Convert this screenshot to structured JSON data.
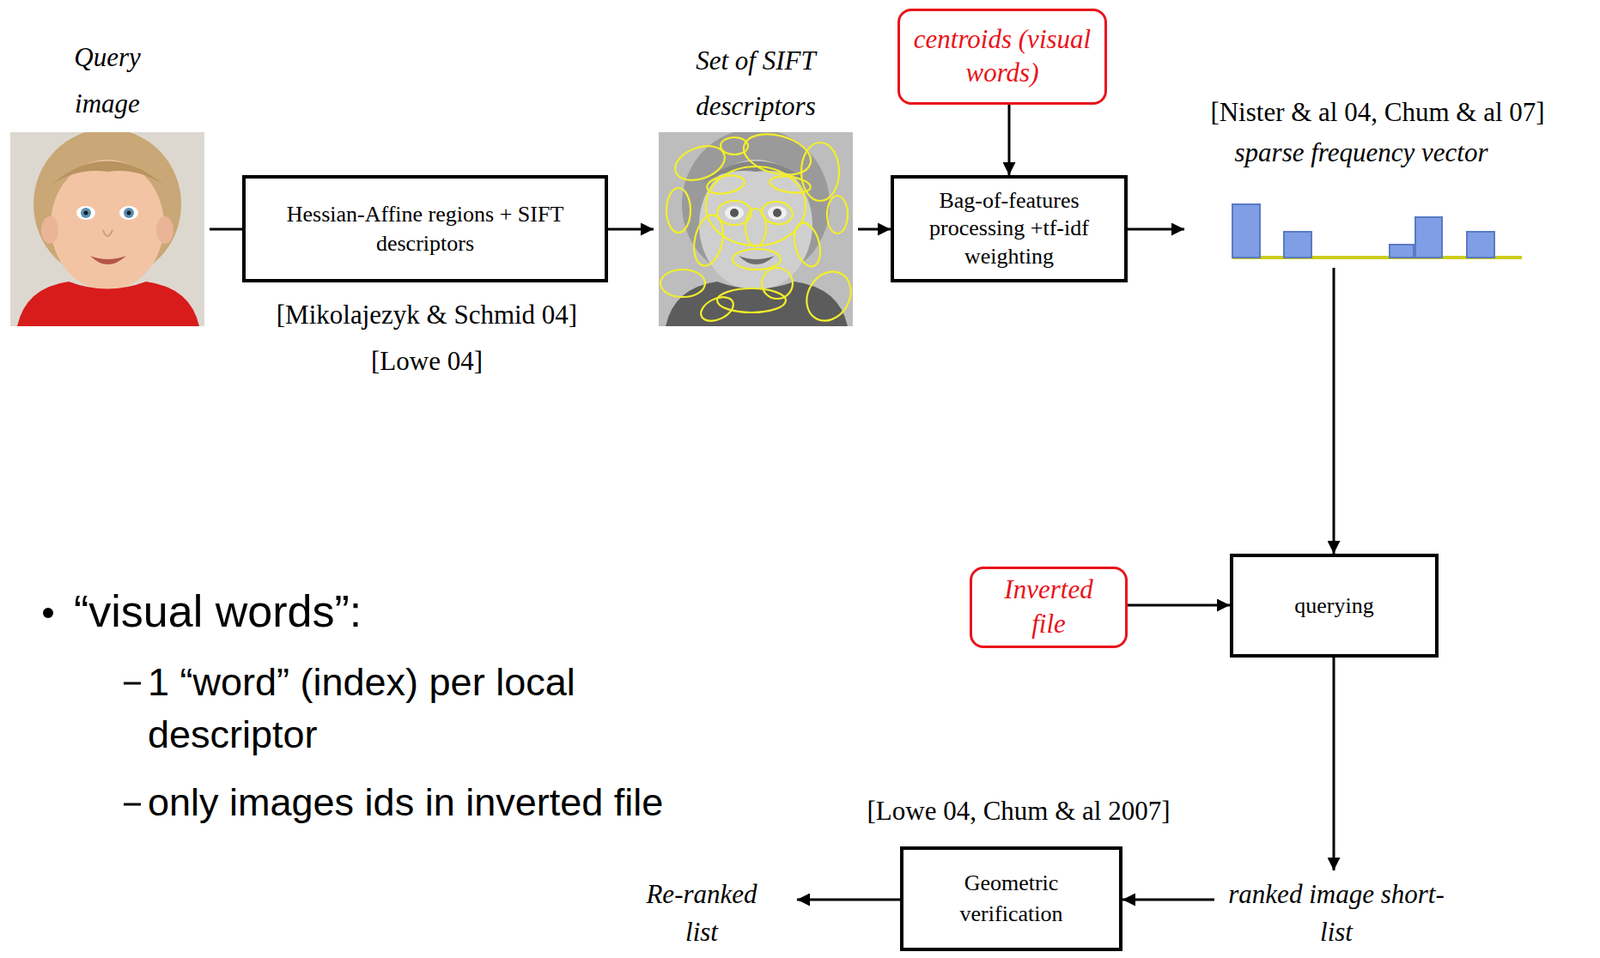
{
  "diagram": {
    "nodes": [
      {
        "text": [
          "Query image"
        ]
      },
      {
        "text": [
          "Hessian-Affine regions + SIFT descriptors"
        ]
      },
      {
        "text": [
          "Set of SIFT descriptors"
        ]
      },
      {
        "text": [
          "centroids (visual words)"
        ]
      },
      {
        "text": [
          "Bag-of-features processing +tf-idf weighting"
        ]
      },
      {
        "text": [
          "sparse frequency vector"
        ]
      },
      {
        "text": [
          "Inverted file"
        ]
      },
      {
        "text": [
          "querying"
        ]
      },
      {
        "text": [
          "ranked image short-list"
        ]
      },
      {
        "text": [
          "Geometric verification"
        ]
      },
      {
        "text": [
          "Re-ranked list"
        ]
      }
    ],
    "edges": [
      {
        "from": 0,
        "to": 1,
        "arrow": "none"
      },
      {
        "from": 1,
        "to": 2,
        "arrow": "to"
      },
      {
        "from": 2,
        "to": 4,
        "arrow": "to"
      },
      {
        "from": 3,
        "to": 4,
        "arrow": "to"
      },
      {
        "from": 4,
        "to": 5,
        "arrow": "to"
      },
      {
        "from": 5,
        "to": 7,
        "arrow": "to"
      },
      {
        "from": 6,
        "to": 7,
        "arrow": "to"
      },
      {
        "from": 7,
        "to": 8,
        "arrow": "to"
      },
      {
        "from": 8,
        "to": 9,
        "arrow": "to"
      },
      {
        "from": 9,
        "to": 10,
        "arrow": "to"
      }
    ],
    "labels": [
      "[Mikolajezyk & Schmid 04]",
      "[Lowe 04]",
      "[Nister & al 04, Chum & al 07]",
      "“visual words”:",
      "1 “word” (index) per local descriptor",
      "only images ids in inverted file",
      "[Lowe 04, Chum & al 2007]"
    ]
  }
}
